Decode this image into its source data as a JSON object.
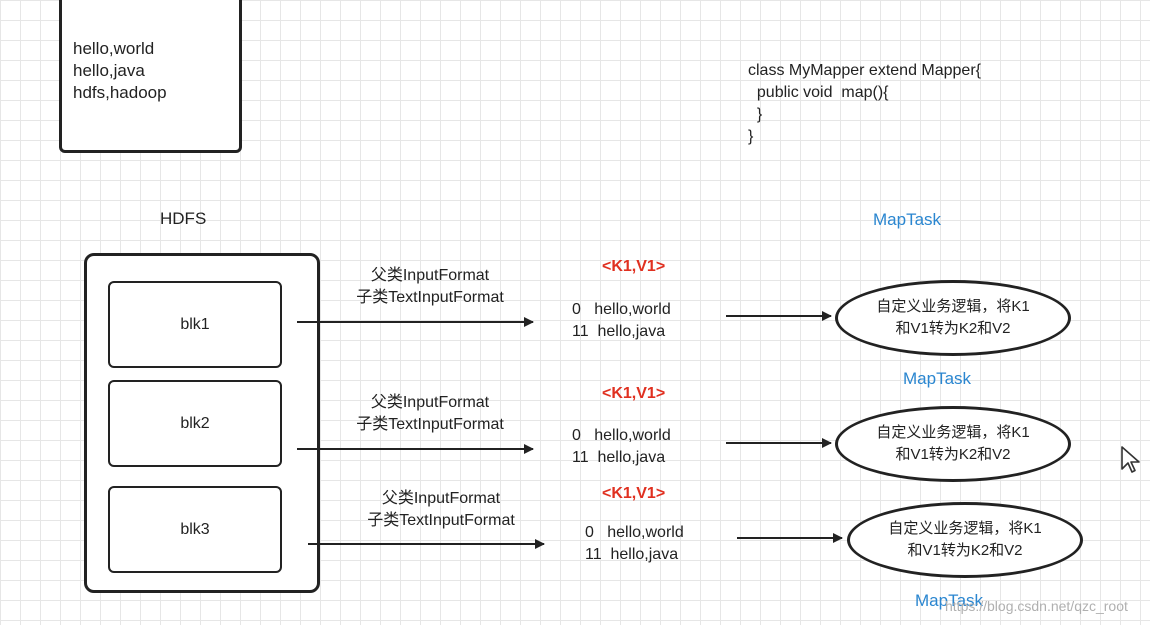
{
  "source_file": {
    "lines": [
      "hello,world",
      "hello,java",
      "hdfs,hadoop"
    ]
  },
  "code": {
    "lines": [
      "class MyMapper extend Mapper{",
      "  public void  map(){",
      "  }",
      "",
      "}"
    ]
  },
  "hdfs": {
    "label": "HDFS"
  },
  "blocks": [
    {
      "label": "blk1",
      "format_parent": "父类InputFormat",
      "format_child": "子类TextInputFormat",
      "kv_header": "<K1,V1>",
      "kv_lines": [
        "0   hello,world",
        "11  hello,java"
      ],
      "task_text_1": "自定义业务逻辑，将K1",
      "task_text_2": "和V1转为K2和V2",
      "maptask_label": "MapTask"
    },
    {
      "label": "blk2",
      "format_parent": "父类InputFormat",
      "format_child": "子类TextInputFormat",
      "kv_header": "<K1,V1>",
      "kv_lines": [
        "0   hello,world",
        "11  hello,java"
      ],
      "task_text_1": "自定义业务逻辑，将K1",
      "task_text_2": "和V1转为K2和V2",
      "maptask_label": "MapTask"
    },
    {
      "label": "blk3",
      "format_parent": "父类InputFormat",
      "format_child": "子类TextInputFormat",
      "kv_header": "<K1,V1>",
      "kv_lines": [
        "0   hello,world",
        "11  hello,java"
      ],
      "task_text_1": "自定义业务逻辑，将K1",
      "task_text_2": "和V1转为K2和V2",
      "maptask_label": "MapTask"
    }
  ],
  "watermark": "https://blog.csdn.net/qzc_root",
  "colors": {
    "kv_header": "#e03020",
    "maptask": "#2a86d0",
    "stroke": "#222222"
  }
}
